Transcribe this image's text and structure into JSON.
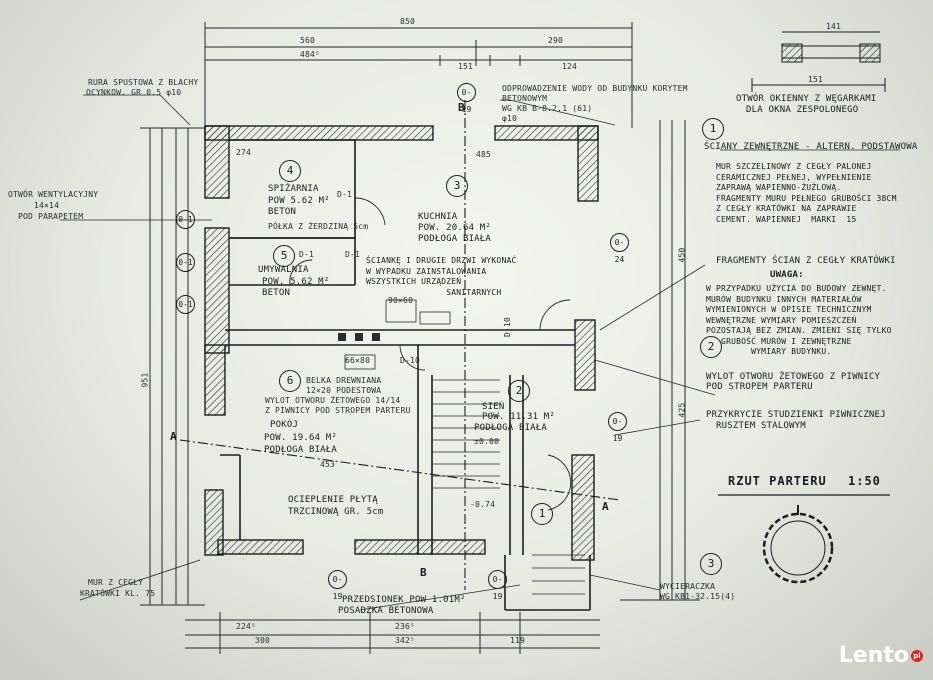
{
  "title": {
    "name": "RZUT PARTERU",
    "scale": "1:50"
  },
  "dims": {
    "overall": "850",
    "w560": "560",
    "w290": "290",
    "w484": "484⁵",
    "w151": "151",
    "w124": "124",
    "w274": "274",
    "w485": "485",
    "h951": "951",
    "h450": "450",
    "h425": "425",
    "b224": "224⁵",
    "b236": "236⁵",
    "b300": "300",
    "b342": "342⁵",
    "b119": "119",
    "w453": "453"
  },
  "rooms": {
    "r4": {
      "num": "4",
      "name": "SPIŻARNIA",
      "area": "POW 5.62 M²",
      "floor": "BETON",
      "note": "PÓŁKA Z ŻERDZINĄ 5cm"
    },
    "r3": {
      "num": "3",
      "name": "KUCHNIA",
      "area": "POW. 20.64 M²",
      "floor": "PODŁOGA BIAŁA",
      "note": "ŚCIANKĘ I DRUGIE DRZWI WYKONAĆ\nW WYPADKU ZAINSTALOWANIA\nWSZYSTKICH URZĄDZEŃ\n                SANITARNYCH"
    },
    "r5": {
      "num": "5",
      "name": "UMYWALNIA",
      "area": "POW. 5.62 M²",
      "floor": "BETON"
    },
    "r6": {
      "num": "6",
      "name": "POKÓJ",
      "area": "POW. 19.64 M²",
      "floor": "PODŁOGA BIAŁA"
    },
    "r2": {
      "num": "2",
      "name": "SIEŃ",
      "area": "POW. 11.31 M²",
      "floor": "PODŁOGA BIAŁA",
      "level": "±0.00"
    },
    "r1": {
      "num": "1",
      "name": "PRZEDSIONEK POW 1.01M²",
      "floor": "POSADZKA BETONOWA",
      "level": "-0.74"
    }
  },
  "doors": {
    "d1": "D-1",
    "d10": "D-10"
  },
  "fixtures": {
    "f66": "66×80",
    "f90": "90×60"
  },
  "sections": {
    "a": "A",
    "b": "B"
  },
  "markers": {
    "o1": "0-1",
    "o19": "0-19",
    "o24": "0-24"
  },
  "notes": {
    "downpipe1": "RURA SPUSTOWA Z BLACHY",
    "downpipe2": "OCYNKOW. GR 0.5  φ10",
    "vent1": "OTWÓR WENTYLACYJNY",
    "vent2": "14×14",
    "vent3": "POD PARAPETEM",
    "drain1": "ODPROWADZENIE WODY OD BUDYNKU KORYTEM",
    "drain2": "BETONOWYM",
    "drain3": "WG KB B-8.2.1 (61)",
    "drain4": "φ10",
    "beam1": "BELKA DREWNIANA",
    "beam2": "12×20 PODESTOWA",
    "outlet1": "WYLOT OTWORU ŻETOWEGO 14/14",
    "outlet2": "Z PIWNICY POD STROPEM PARTERU",
    "insul1": "OCIEPLENIE PŁYTĄ",
    "insul2": "TRZCINOWĄ GR. 5cm",
    "brick1": "MUR Z CEGŁY",
    "brick2": "KRATÓWKI  KL. 75",
    "mat1": "WYCIERACZKA",
    "mat2": "WG KB1-32.15(4)"
  },
  "window": {
    "d141": "141",
    "d151": "151",
    "t1": "OTWÓR OKIENNY Z WĘGARKAMI",
    "t2": "DLA OKNA ZESPOLONEGO"
  },
  "legend": {
    "n1": "1",
    "n2": "2",
    "n3": "3",
    "walls": "ŚCIANY ZEWNĘTRZNE - ALTERN. PODSTAWOWA",
    "desc1": "MUR SZCZELINOWY Z CEGŁY PALONEJ\nCERAMICZNEJ PEŁNEJ, WYPEŁNIENIE\nZAPRAWĄ WAPIENNO-ŻUŻLOWĄ.\nFRAGMENTY MURU PEŁNEGO GRUBOŚCI 38CM\nZ CEGŁY KRATÓWKI NA ZAPRAWIE\nCEMENT. WAPIENNEJ  MARKI  15",
    "fragment": "FRAGMENTY ŚCIAN Z CEGŁY KRATÓWKI",
    "attention": "UWAGA:",
    "desc2": "W PRZYPADKU UŻYCIA DO BUDOWY ZEWNĘT.\nMURÓW BUDYNKU INNYCH MATERIAŁÓW\nWYMIENIONYCH W OPISIE TECHNICZNYM\nWEWNĘTRZNE WYMIARY POMIESZCZEŃ\nPOZOSTAJĄ BEZ ZMIAN. ZMIENI SIĘ TYLKO\n   GRUBOŚĆ MURÓW I ZEWNĘTRZNE\n         WYMIARY BUDYNKU.",
    "outlet1": "WYLOT OTWORU ŻETOWEGO Z PIWNICY",
    "outlet2": "POD STROPEM PARTERU",
    "cover1": "PRZYKRYCIE STUDZIENKI PIWNICZNEJ",
    "cover2": "RUSZTEM STALOWYM"
  },
  "watermark": {
    "text": "Lento",
    "suffix": "pl"
  }
}
